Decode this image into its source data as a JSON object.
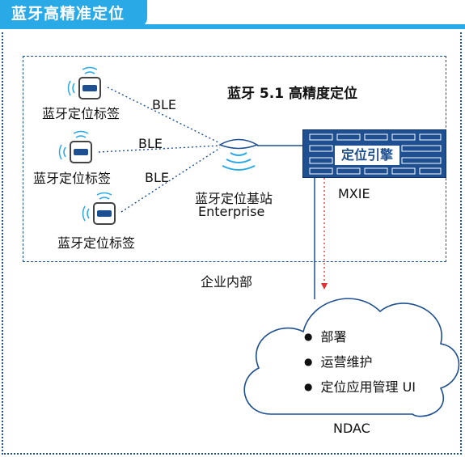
{
  "header": {
    "title": "蓝牙高精准定位"
  },
  "diagram": {
    "subtitle": "蓝牙 5.1 高精度定位",
    "tags": [
      {
        "label": "蓝牙定位标签",
        "link_label": "BLE"
      },
      {
        "label": "蓝牙定位标签",
        "link_label": "BLE"
      },
      {
        "label": "蓝牙定位标签",
        "link_label": "BLE"
      }
    ],
    "base_station": {
      "label": "蓝牙定位基站",
      "sublabel": "Enterprise"
    },
    "engine": {
      "label": "定位引擎",
      "name": "MXIE"
    },
    "enterprise_zone_label": "企业内部",
    "cloud": {
      "items": [
        "部署",
        "运营维护",
        "定位应用管理 UI"
      ],
      "name": "NDAC"
    }
  },
  "colors": {
    "accent": "#29a9e6",
    "navy": "#1d4f91",
    "red": "#e03030"
  }
}
